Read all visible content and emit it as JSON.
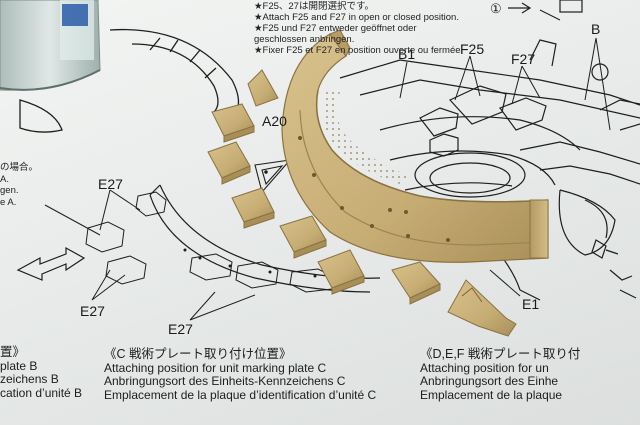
{
  "scene": {
    "description_colors": {
      "paper": "#eef0ef",
      "line_ink": "#1e1e1e",
      "resin_part": "#c9b078",
      "resin_shadow": "#a38a55",
      "paint_bottle": "#c9d6d3"
    }
  },
  "part_labels": {
    "b1": "B1",
    "f25": "F25",
    "f27": "F27",
    "b": "B",
    "e27_top": "E27",
    "e27_mid": "E27",
    "e27_bottom": "E27",
    "e1": "E1",
    "a20": "A20",
    "step_number": "①"
  },
  "top_note": {
    "line1": "★F25、27は開閉選択です。",
    "line2": "★Attach F25 and F27 in open or closed position.",
    "line3": "★F25 und F27 entweder geöffnet oder",
    "line4": "geschlossen anbringen.",
    "line5": "★Fixer F25 et F27 en position ouverte ou fermée."
  },
  "left_note": {
    "line1": "の場合。",
    "line2": "A.",
    "line3": "gen.",
    "line4": "e A."
  },
  "caption_left": {
    "line1": "置》",
    "line2": "plate B",
    "line3": "zeichens B",
    "line4": "cation d’unité B"
  },
  "caption_center": {
    "line1": "《C 戦術プレート取り付け位置》",
    "line2": "Attaching position for unit marking plate C",
    "line3": "Anbringungsort des Einheits-Kennzeichens C",
    "line4": "Emplacement de la plaque d’identification d’unité C"
  },
  "caption_right": {
    "line1": "《D,E,F 戦術プレート取り付",
    "line2": "Attaching position for un",
    "line3": "Anbringungsort des Einhe",
    "line4": "Emplacement de la plaque"
  }
}
